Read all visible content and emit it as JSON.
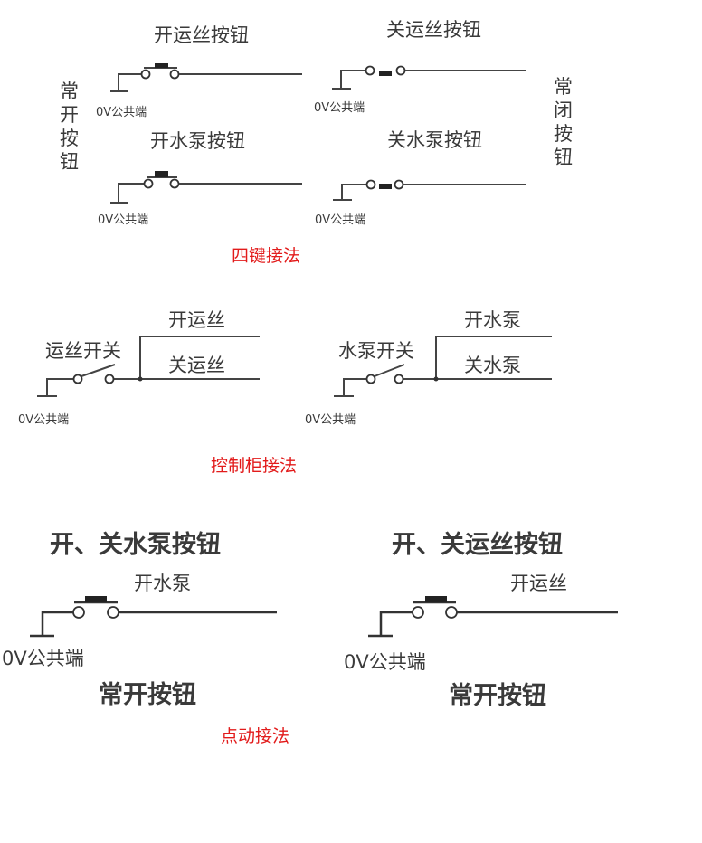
{
  "section1": {
    "caption": "四键接法",
    "left_vertical": [
      "常",
      "开",
      "按",
      "钮"
    ],
    "right_vertical": [
      "常",
      "闭",
      "按",
      "钮"
    ],
    "ground": "0V公共端",
    "buttons": {
      "open_spin": "开运丝按钮",
      "close_spin": "关运丝按钮",
      "open_pump": "开水泵按钮",
      "close_pump": "关水泵按钮"
    }
  },
  "section2": {
    "caption": "控制柜接法",
    "ground": "0V公共端",
    "spin_switch": "运丝开关",
    "spin_open": "开运丝",
    "spin_close": "关运丝",
    "pump_switch": "水泵开关",
    "pump_open": "开水泵",
    "pump_close": "关水泵"
  },
  "section3": {
    "caption": "点动接法",
    "ground": "0V公共端",
    "left_title": "开、关水泵按钮",
    "left_line": "开水泵",
    "right_title": "开、关运丝按钮",
    "right_line": "开运丝",
    "button_type": "常开按钮"
  }
}
